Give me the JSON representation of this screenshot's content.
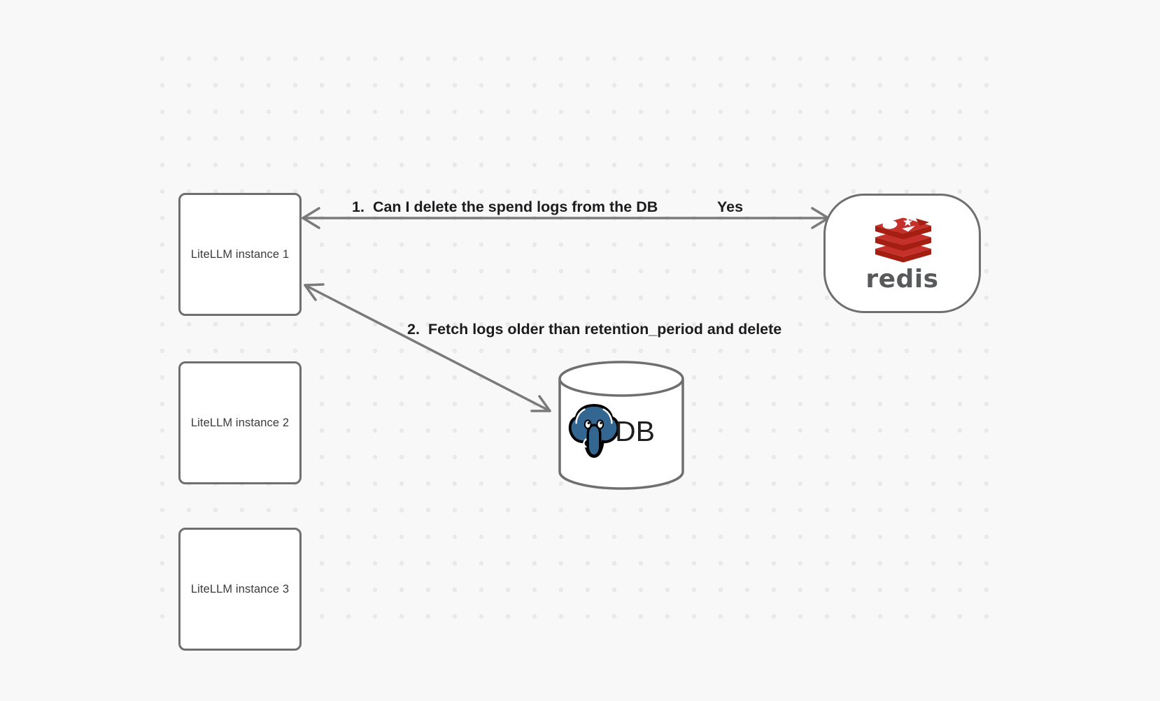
{
  "canvas": {
    "background": "#f8f8f8",
    "dot_color": "#e9e9e9",
    "shape_border_color": "#6f6f6f",
    "arrow_color": "#7a7a7a",
    "edge_label_color": "#1c1c1e"
  },
  "nodes": {
    "instances": [
      {
        "label": "LiteLLM instance 1"
      },
      {
        "label": "LiteLLM instance 2"
      },
      {
        "label": "LiteLLM instance 3"
      }
    ],
    "redis": {
      "wordmark": "redis",
      "wordmark_color": "#58595b",
      "logo_red": "#c6302b",
      "logo_dark_red": "#a41e11",
      "logo_white": "#ffffff"
    },
    "database": {
      "label": "DB",
      "label_color": "#1f1f1f",
      "elephant_blue": "#336791",
      "elephant_outline": "#000000"
    }
  },
  "edges": {
    "redis_question": {
      "number": "1.",
      "text": "Can I delete the spend logs from the DB",
      "reply": "Yes",
      "from": "LiteLLM instance 1",
      "to": "redis"
    },
    "db_fetch": {
      "number": "2.",
      "text": "Fetch logs older than retention_period and delete",
      "from": "LiteLLM instance 1",
      "to": "DB"
    }
  }
}
